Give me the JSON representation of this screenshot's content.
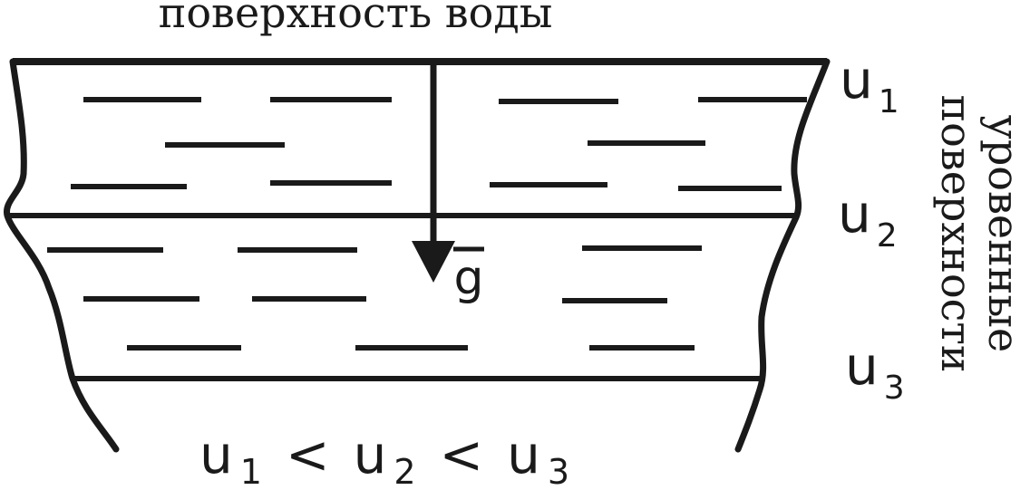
{
  "diagram": {
    "surface_label": "поверхность воды",
    "vertical_label_line1": "уровенные",
    "vertical_label_line2": "поверхности",
    "gravity_label": "g",
    "potentials": [
      {
        "symbol": "u",
        "index": "1"
      },
      {
        "symbol": "u",
        "index": "2"
      },
      {
        "symbol": "u",
        "index": "3"
      }
    ],
    "inequality": {
      "terms": [
        {
          "symbol": "u",
          "index": "1"
        },
        {
          "symbol": "u",
          "index": "2"
        },
        {
          "symbol": "u",
          "index": "3"
        }
      ],
      "operator": "<"
    },
    "colors": {
      "ink": "#1a1a1a",
      "background": "#ffffff"
    }
  }
}
